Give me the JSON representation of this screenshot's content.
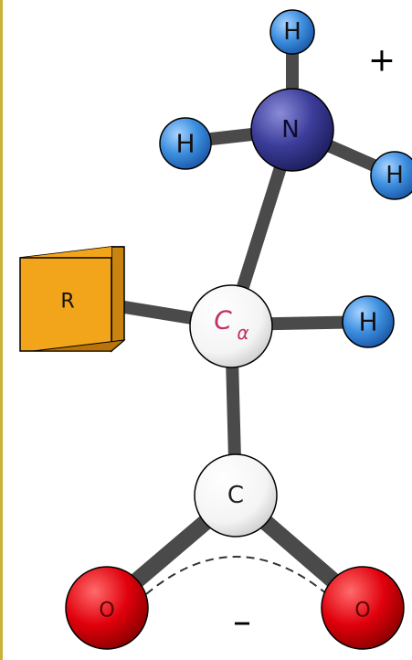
{
  "charges": {
    "positive": "+",
    "negative": "–"
  },
  "atoms": {
    "h_top": "H",
    "nitrogen": "N",
    "h_left": "H",
    "h_right": "H",
    "r_group": "R",
    "c_alpha": "C",
    "c_alpha_subscript": "α",
    "h_alpha": "H",
    "carboxyl_c": "C",
    "o_left": "O",
    "o_right": "O"
  },
  "colors": {
    "border": "#c9b23a",
    "bond": "#4a4a4a",
    "hydrogen": "#3d8fe0",
    "nitrogen": "#3c3d9a",
    "r_group": "#f2a51a",
    "carbon": "#ffffff",
    "oxygen": "#e0000c"
  }
}
